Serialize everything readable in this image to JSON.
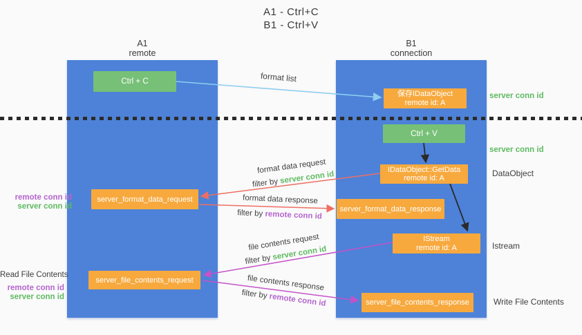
{
  "title": {
    "line1": "A1 - Ctrl+C",
    "line2": "B1 - Ctrl+V"
  },
  "lanes": {
    "left": {
      "name": "A1",
      "subtitle": "remote"
    },
    "right": {
      "name": "B1",
      "subtitle": "connection"
    }
  },
  "nodes": {
    "ctrl_c": {
      "label": "Ctrl + C"
    },
    "ctrl_v": {
      "label": "Ctrl + V"
    },
    "save_dataobject": {
      "line1": "保存IDataObject",
      "line2": "remote id: A"
    },
    "getdata": {
      "line1": "IDataObject::GetData",
      "line2": "remote id: A"
    },
    "istream": {
      "line1": "IStream",
      "line2": "remote id: A"
    },
    "format_data_request": {
      "label": "server_format_data_request"
    },
    "format_data_response": {
      "label": "server_format_data_response"
    },
    "file_contents_request": {
      "label": "server_file_contents_request"
    },
    "file_contents_response": {
      "label": "server_file_contents_response"
    }
  },
  "edges": {
    "format_list": {
      "label": "format list"
    },
    "format_data_request": {
      "label": "format data request",
      "filter_prefix": "filter by ",
      "filter_key": "server conn id"
    },
    "format_data_response": {
      "label": "format data response",
      "filter_prefix": "filter by ",
      "filter_key": "remote conn id"
    },
    "file_contents_request": {
      "label": "file contents request",
      "filter_prefix": "filter by ",
      "filter_key": "server conn id"
    },
    "file_contents_response": {
      "label": "file contents response",
      "filter_prefix": "filter by ",
      "filter_key": "remote conn id"
    }
  },
  "side_labels": {
    "server_conn_id_top": "server conn id",
    "server_conn_id_mid": "server conn id",
    "dataobject": "DataObject",
    "istream": "Istream",
    "write_file_contents": "Write File Contents",
    "read_file_contents": "Read File Contents",
    "left_ids_top": {
      "remote": "remote conn id",
      "server": "server conn id"
    },
    "left_ids_bottom": {
      "remote": "remote conn id",
      "server": "server conn id"
    }
  },
  "colors": {
    "lane_blue": "#4d82d8",
    "node_orange": "#f7a93e",
    "node_green": "#77c077",
    "label_green": "#5fba62",
    "label_purple": "#b565ce",
    "arrow_red": "#ee6e64",
    "arrow_magenta": "#c452c9",
    "arrow_lightblue": "#8ecdf0",
    "arrow_black": "#2a2a2a",
    "background": "#fafafa"
  }
}
